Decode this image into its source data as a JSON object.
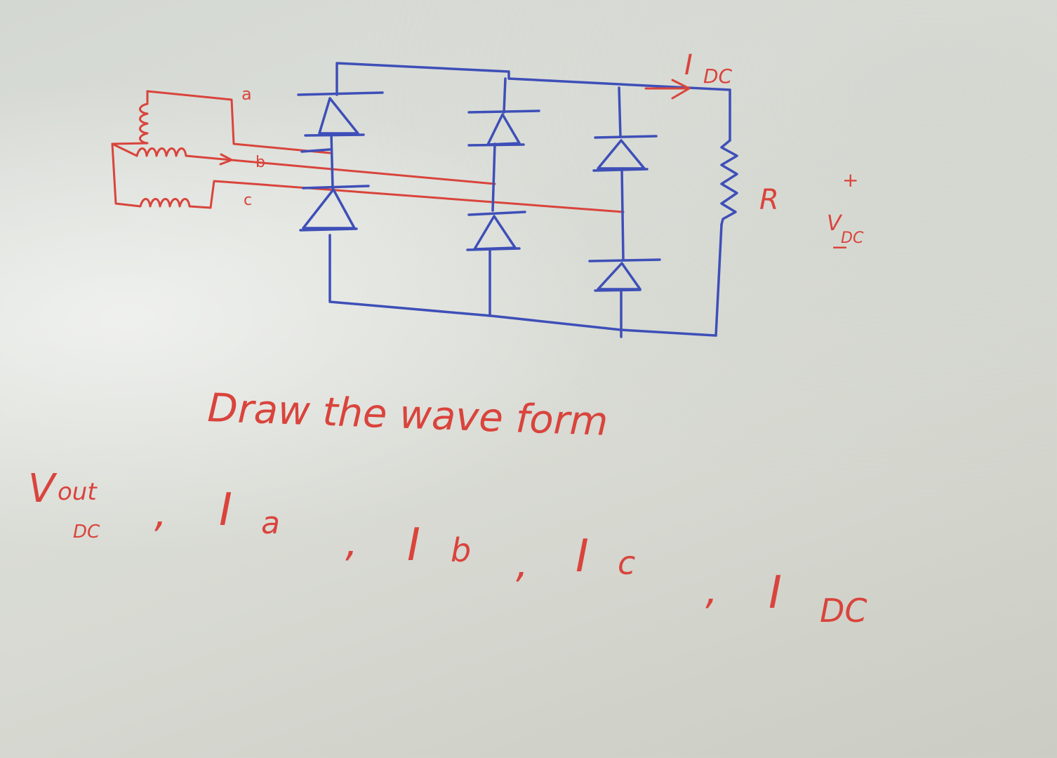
{
  "diagram": {
    "phase_labels": [
      "a",
      "b",
      "c"
    ],
    "current_label": "I",
    "current_sub": "DC",
    "resistor_label": "R",
    "voltage_plus": "+",
    "voltage_label": "V",
    "voltage_sub": "DC",
    "voltage_minus": "−"
  },
  "task": {
    "line1": "Draw the wave form",
    "items": [
      {
        "main": "V",
        "sup": "out",
        "sub": "DC"
      },
      {
        "main": "I",
        "sub": "a"
      },
      {
        "main": "I",
        "sub": "b"
      },
      {
        "main": "I",
        "sub": "c"
      },
      {
        "main": "I",
        "sub": "DC"
      }
    ],
    "separator": ","
  },
  "colors": {
    "marker_red": "#d9443c",
    "marker_blue": "#3e4fb8",
    "board": "#d7d9d2"
  }
}
